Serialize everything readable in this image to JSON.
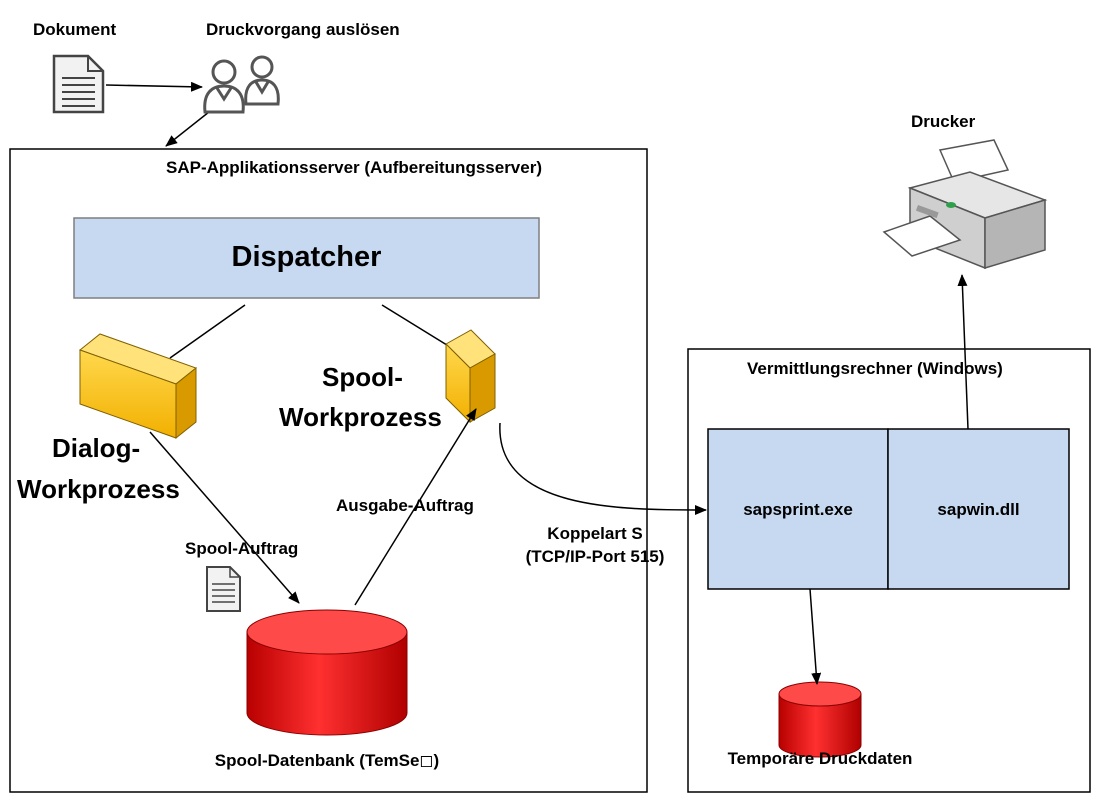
{
  "top": {
    "document_label": "Dokument",
    "trigger_label": "Druckvorgang auslösen"
  },
  "app_server": {
    "title": "SAP-Applikationsserver (Aufbereitungsserver)",
    "dispatcher": "Dispatcher",
    "dialog_wp_line1": "Dialog-",
    "dialog_wp_line2": "Workprozess",
    "spool_wp_line1": "Spool-",
    "spool_wp_line2": "Workprozess",
    "spool_request": "Spool-Auftrag",
    "output_request": "Ausgabe-Auftrag",
    "spool_db": "Spool-Datenbank (TemSe◻)"
  },
  "connection": {
    "line1": "Koppelart S",
    "line2": "(TCP/IP-Port 515)"
  },
  "printer": {
    "label": "Drucker"
  },
  "relay": {
    "title": "Vermittlungsrechner (Windows)",
    "left_cell": "sapsprint.exe",
    "right_cell": "sapwin.dll",
    "temp_db": "Temporäre Druckdaten"
  },
  "colors": {
    "box_fill": "#c6d9f1",
    "box_stroke": "#7f7f7f",
    "cube_fill": "#ffc000",
    "db_fill": "#e02020"
  },
  "icons": {
    "document": "document-icon",
    "users": "users-icon",
    "printer": "printer-icon"
  }
}
